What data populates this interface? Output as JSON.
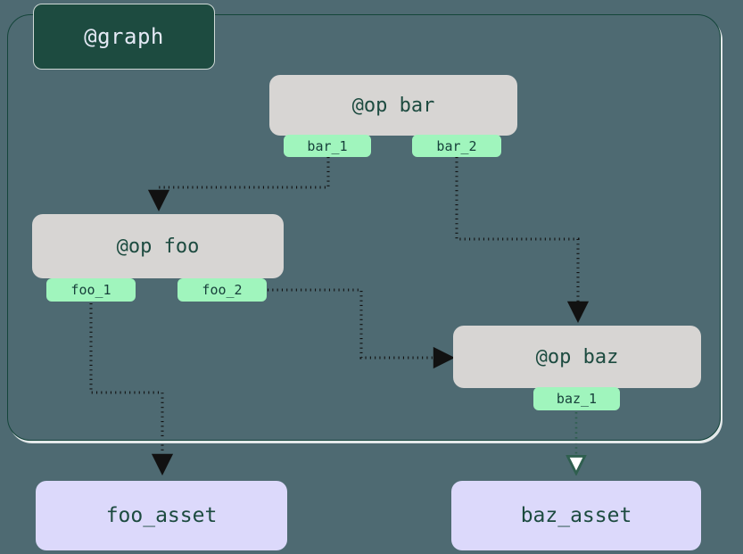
{
  "graph": {
    "label": "@graph",
    "container_name": "graph-boundary"
  },
  "colors": {
    "background": "#4e6a72",
    "graph_label_fill": "#1d4b40",
    "graph_border": "#14453a",
    "op_node_fill": "#d7d5d3",
    "port_fill": "#a0f5bd",
    "asset_fill": "#dcd9fb",
    "text_dark": "#1d4b40",
    "edge_dark": "#111111",
    "edge_green": "#2f5f4f"
  },
  "nodes": {
    "ops": [
      {
        "id": "bar",
        "title": "@op bar",
        "ports": [
          {
            "id": "bar_1",
            "label": "bar_1"
          },
          {
            "id": "bar_2",
            "label": "bar_2"
          }
        ]
      },
      {
        "id": "foo",
        "title": "@op foo",
        "ports": [
          {
            "id": "foo_1",
            "label": "foo_1"
          },
          {
            "id": "foo_2",
            "label": "foo_2"
          }
        ]
      },
      {
        "id": "baz",
        "title": "@op baz",
        "ports": [
          {
            "id": "baz_1",
            "label": "baz_1"
          }
        ]
      }
    ],
    "assets": [
      {
        "id": "foo_asset",
        "label": "foo_asset"
      },
      {
        "id": "baz_asset",
        "label": "baz_asset"
      }
    ]
  },
  "edges": [
    {
      "id": "bar_1-to-foo",
      "from": "bar_1",
      "to": "foo",
      "style": "dotted",
      "arrow": "filled"
    },
    {
      "id": "bar_2-to-baz",
      "from": "bar_2",
      "to": "baz",
      "style": "dotted",
      "arrow": "filled"
    },
    {
      "id": "foo_2-to-baz",
      "from": "foo_2",
      "to": "baz",
      "style": "dotted",
      "arrow": "filled"
    },
    {
      "id": "foo_1-to-foo_asset",
      "from": "foo_1",
      "to": "foo_asset",
      "style": "dotted",
      "arrow": "filled"
    },
    {
      "id": "baz_1-to-baz_asset",
      "from": "baz_1",
      "to": "baz_asset",
      "style": "dotted",
      "arrow": "hollow"
    }
  ]
}
